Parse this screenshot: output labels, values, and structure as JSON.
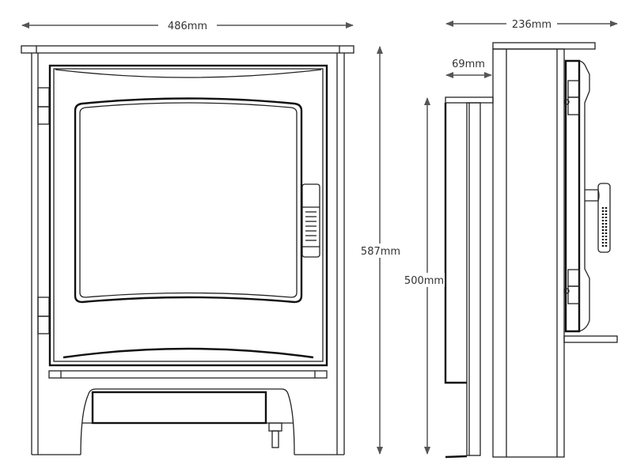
{
  "dimensions": {
    "front_width": "486mm",
    "front_height": "587mm",
    "side_height": "500mm",
    "side_depth": "236mm",
    "side_offset": "69mm"
  },
  "colors": {
    "line": "#222222",
    "dimension": "#555555",
    "background": "#ffffff"
  }
}
